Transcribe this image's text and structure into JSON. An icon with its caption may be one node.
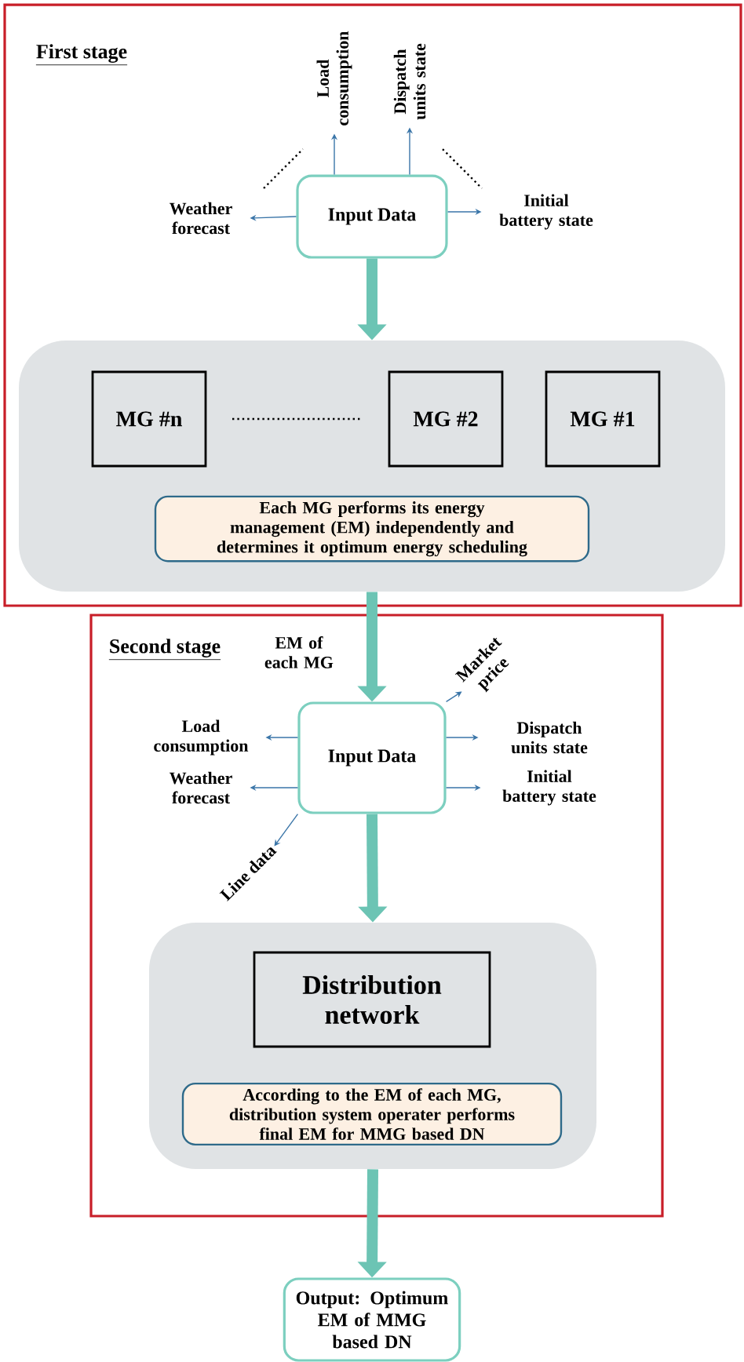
{
  "diagram": {
    "nodes": [
      {
        "text": [
          "First stage"
        ]
      },
      {
        "text": [
          "Input Data"
        ],
        "in": 0
      },
      {
        "text": [
          "Load consumption"
        ],
        "in": 0
      },
      {
        "text": [
          "Dispatch units state"
        ],
        "in": 0
      },
      {
        "text": [
          "Weather forecast"
        ],
        "in": 0
      },
      {
        "text": [
          "Initial battery state"
        ],
        "in": 0
      },
      {
        "text": [],
        "shape": "box",
        "in": 0
      },
      {
        "text": [
          "MG #n"
        ],
        "in": 6
      },
      {
        "text": [
          "MG #2"
        ],
        "in": 6
      },
      {
        "text": [
          "MG #1"
        ],
        "in": 6
      },
      {
        "text": [
          "Each MG performs its energy management (EM) independently and determines it optimum energy scheduling"
        ],
        "in": 6
      },
      {
        "text": [
          "Second stage"
        ]
      },
      {
        "text": [
          "Input Data"
        ],
        "in": 11
      },
      {
        "text": [
          "Market price"
        ],
        "in": 11
      },
      {
        "text": [
          "Load consumption"
        ],
        "in": 11
      },
      {
        "text": [
          "Dispatch units state"
        ],
        "in": 11
      },
      {
        "text": [
          "Weather forecast"
        ],
        "in": 11
      },
      {
        "text": [
          "Initial battery state"
        ],
        "in": 11
      },
      {
        "text": [
          "Line data"
        ],
        "in": 11
      },
      {
        "text": [],
        "shape": "box",
        "in": 11
      },
      {
        "text": [
          "Distribution network"
        ],
        "in": 19
      },
      {
        "text": [
          "According to the EM of each MG, distribution system operater performs final EM for MMG based DN"
        ],
        "in": 19
      },
      {
        "text": [
          "Output: Optimum EM of MMG based DN"
        ]
      }
    ],
    "edges": [
      {
        "from": 1,
        "to": 2,
        "arrow": "to"
      },
      {
        "from": 1,
        "to": 3,
        "arrow": "to"
      },
      {
        "from": 1,
        "to": 4,
        "arrow": "to"
      },
      {
        "from": 1,
        "to": 5,
        "arrow": "to"
      },
      {
        "from": 1,
        "to": 6,
        "arrow": "to",
        "style": "thick",
        "color": "#6cc4b4"
      },
      {
        "from": 6,
        "to": 12,
        "arrow": "to",
        "style": "thick",
        "color": "#6cc4b4",
        "label": "EM of each MG"
      },
      {
        "from": 12,
        "to": 13,
        "arrow": "to"
      },
      {
        "from": 12,
        "to": 14,
        "arrow": "to"
      },
      {
        "from": 12,
        "to": 15,
        "arrow": "to"
      },
      {
        "from": 12,
        "to": 16,
        "arrow": "to"
      },
      {
        "from": 12,
        "to": 17,
        "arrow": "to"
      },
      {
        "from": 12,
        "to": 18,
        "arrow": "to"
      },
      {
        "from": 12,
        "to": 19,
        "arrow": "to",
        "style": "thick",
        "color": "#6cc4b4"
      },
      {
        "from": 19,
        "to": 22,
        "arrow": "to",
        "style": "thick",
        "color": "#6cc4b4"
      }
    ]
  }
}
